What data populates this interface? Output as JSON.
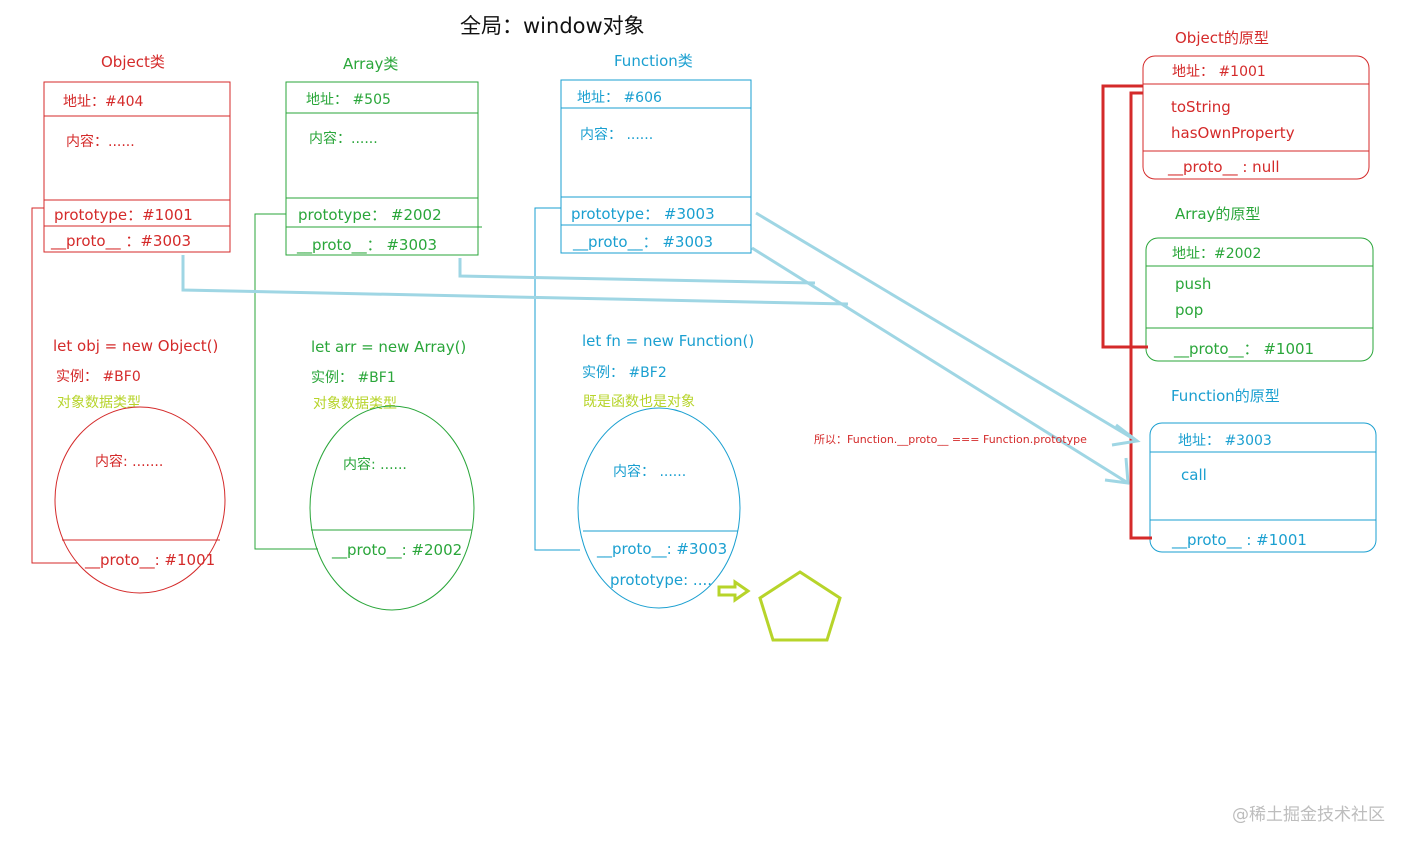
{
  "title": "全局：window对象",
  "colors": {
    "red": "#d42a2a",
    "green": "#2aa63a",
    "blue": "#1a9fd0",
    "lightblue": "#9fd6e4",
    "yellowgreen": "#b7d42a"
  },
  "classes": {
    "object": {
      "label": "Object类",
      "address": "地址：#404",
      "content": "内容：......",
      "prototype": "prototype：#1001",
      "proto": "__proto__  ：#3003"
    },
    "array": {
      "label": "Array类",
      "address": "地址：  #505",
      "content": "内容：......",
      "prototype": "prototype：  #2002",
      "proto": "__proto__：  #3003"
    },
    "function": {
      "label": "Function类",
      "address": "地址：  #606",
      "content": "内容：   ......",
      "prototype": "prototype：  #3003",
      "proto": "__proto__：   #3003"
    }
  },
  "instances": {
    "obj": {
      "code": "let obj = new Object()",
      "instance": "实例：  #BF0",
      "type": "对象数据类型",
      "content": "内容: .......",
      "proto": "__proto__: #1001"
    },
    "arr": {
      "code": "let arr = new Array()",
      "instance": "实例：   #BF1",
      "type": "对象数据类型",
      "content": "内容: ......",
      "proto": "__proto__: #2002"
    },
    "fn": {
      "code": "let fn = new Function()",
      "instance": "实例：  #BF2",
      "type": "既是函数也是对象",
      "content": "内容：  ......",
      "proto": "__proto__: #3003",
      "prototype": "prototype: ...."
    }
  },
  "prototypes": {
    "object": {
      "label": "Object的原型",
      "address": "地址：  #1001",
      "methods": [
        "toString",
        "hasOwnProperty"
      ],
      "proto": "__proto__ : null"
    },
    "array": {
      "label": "Array的原型",
      "address": "地址：#2002",
      "methods": [
        "push",
        "pop"
      ],
      "proto": "__proto__：  #1001"
    },
    "function": {
      "label": "Function的原型",
      "address": "地址：  #3003",
      "methods": [
        "call"
      ],
      "proto": "__proto__ : #1001"
    }
  },
  "note": "所以：Function.__proto__ === Function.prototype",
  "watermark": "@稀土掘金技术社区"
}
